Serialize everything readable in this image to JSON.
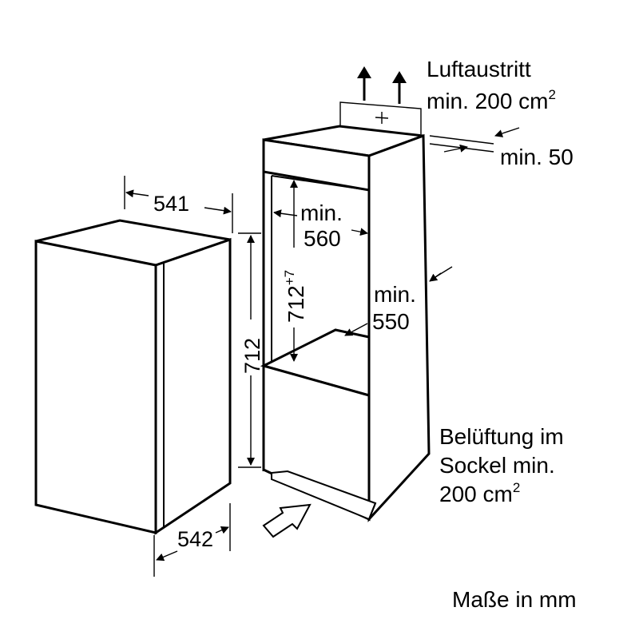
{
  "labels": {
    "air_outlet_title": "Luftaustritt",
    "air_outlet_area": "min. 200 cm",
    "air_outlet_sup": "2",
    "rear_gap": "min. 50",
    "width_top": "541",
    "height_appliance": "712",
    "depth_bottom": "542",
    "niche_width_min": "min.",
    "niche_width_val": "560",
    "niche_height": "712",
    "niche_height_sup": "+7",
    "niche_depth_min": "min.",
    "niche_depth_val": "550",
    "plinth_line1": "Belüftung im",
    "plinth_line2": "Sockel min.",
    "plinth_line3": "200 cm",
    "plinth_sup": "2",
    "units": "Maße in mm"
  }
}
